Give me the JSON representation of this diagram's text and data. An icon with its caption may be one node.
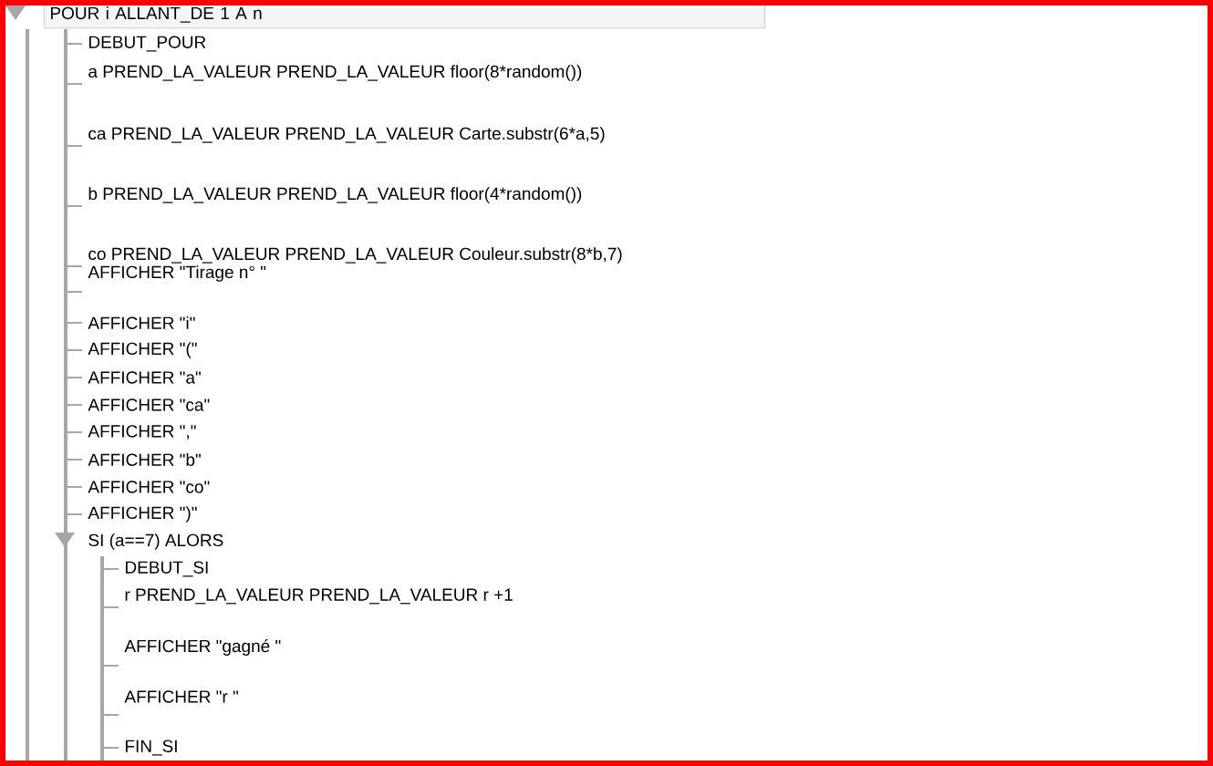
{
  "diagram": {
    "labels": [
      "POUR i ALLANT_DE 1 A n",
      "DEBUT_POUR",
      "a PREND_LA_VALEUR PREND_LA_VALEUR floor(8*random())",
      "ca PREND_LA_VALEUR PREND_LA_VALEUR Carte.substr(6*a,5)",
      "b PREND_LA_VALEUR PREND_LA_VALEUR floor(4*random())",
      "co PREND_LA_VALEUR PREND_LA_VALEUR Couleur.substr(8*b,7)",
      "AFFICHER \"Tirage n° \"",
      "AFFICHER \"i\"",
      "AFFICHER \"(\"",
      "AFFICHER \"a\"",
      "AFFICHER \"ca\"",
      "AFFICHER \",\"",
      "AFFICHER \"b\"",
      "AFFICHER \"co\"",
      "AFFICHER \")\"",
      "SI (a==7) ALORS",
      "DEBUT_SI",
      "r PREND_LA_VALEUR PREND_LA_VALEUR r +1",
      "AFFICHER \"gagné \"",
      "AFFICHER \"r \"",
      "FIN_SI"
    ]
  }
}
